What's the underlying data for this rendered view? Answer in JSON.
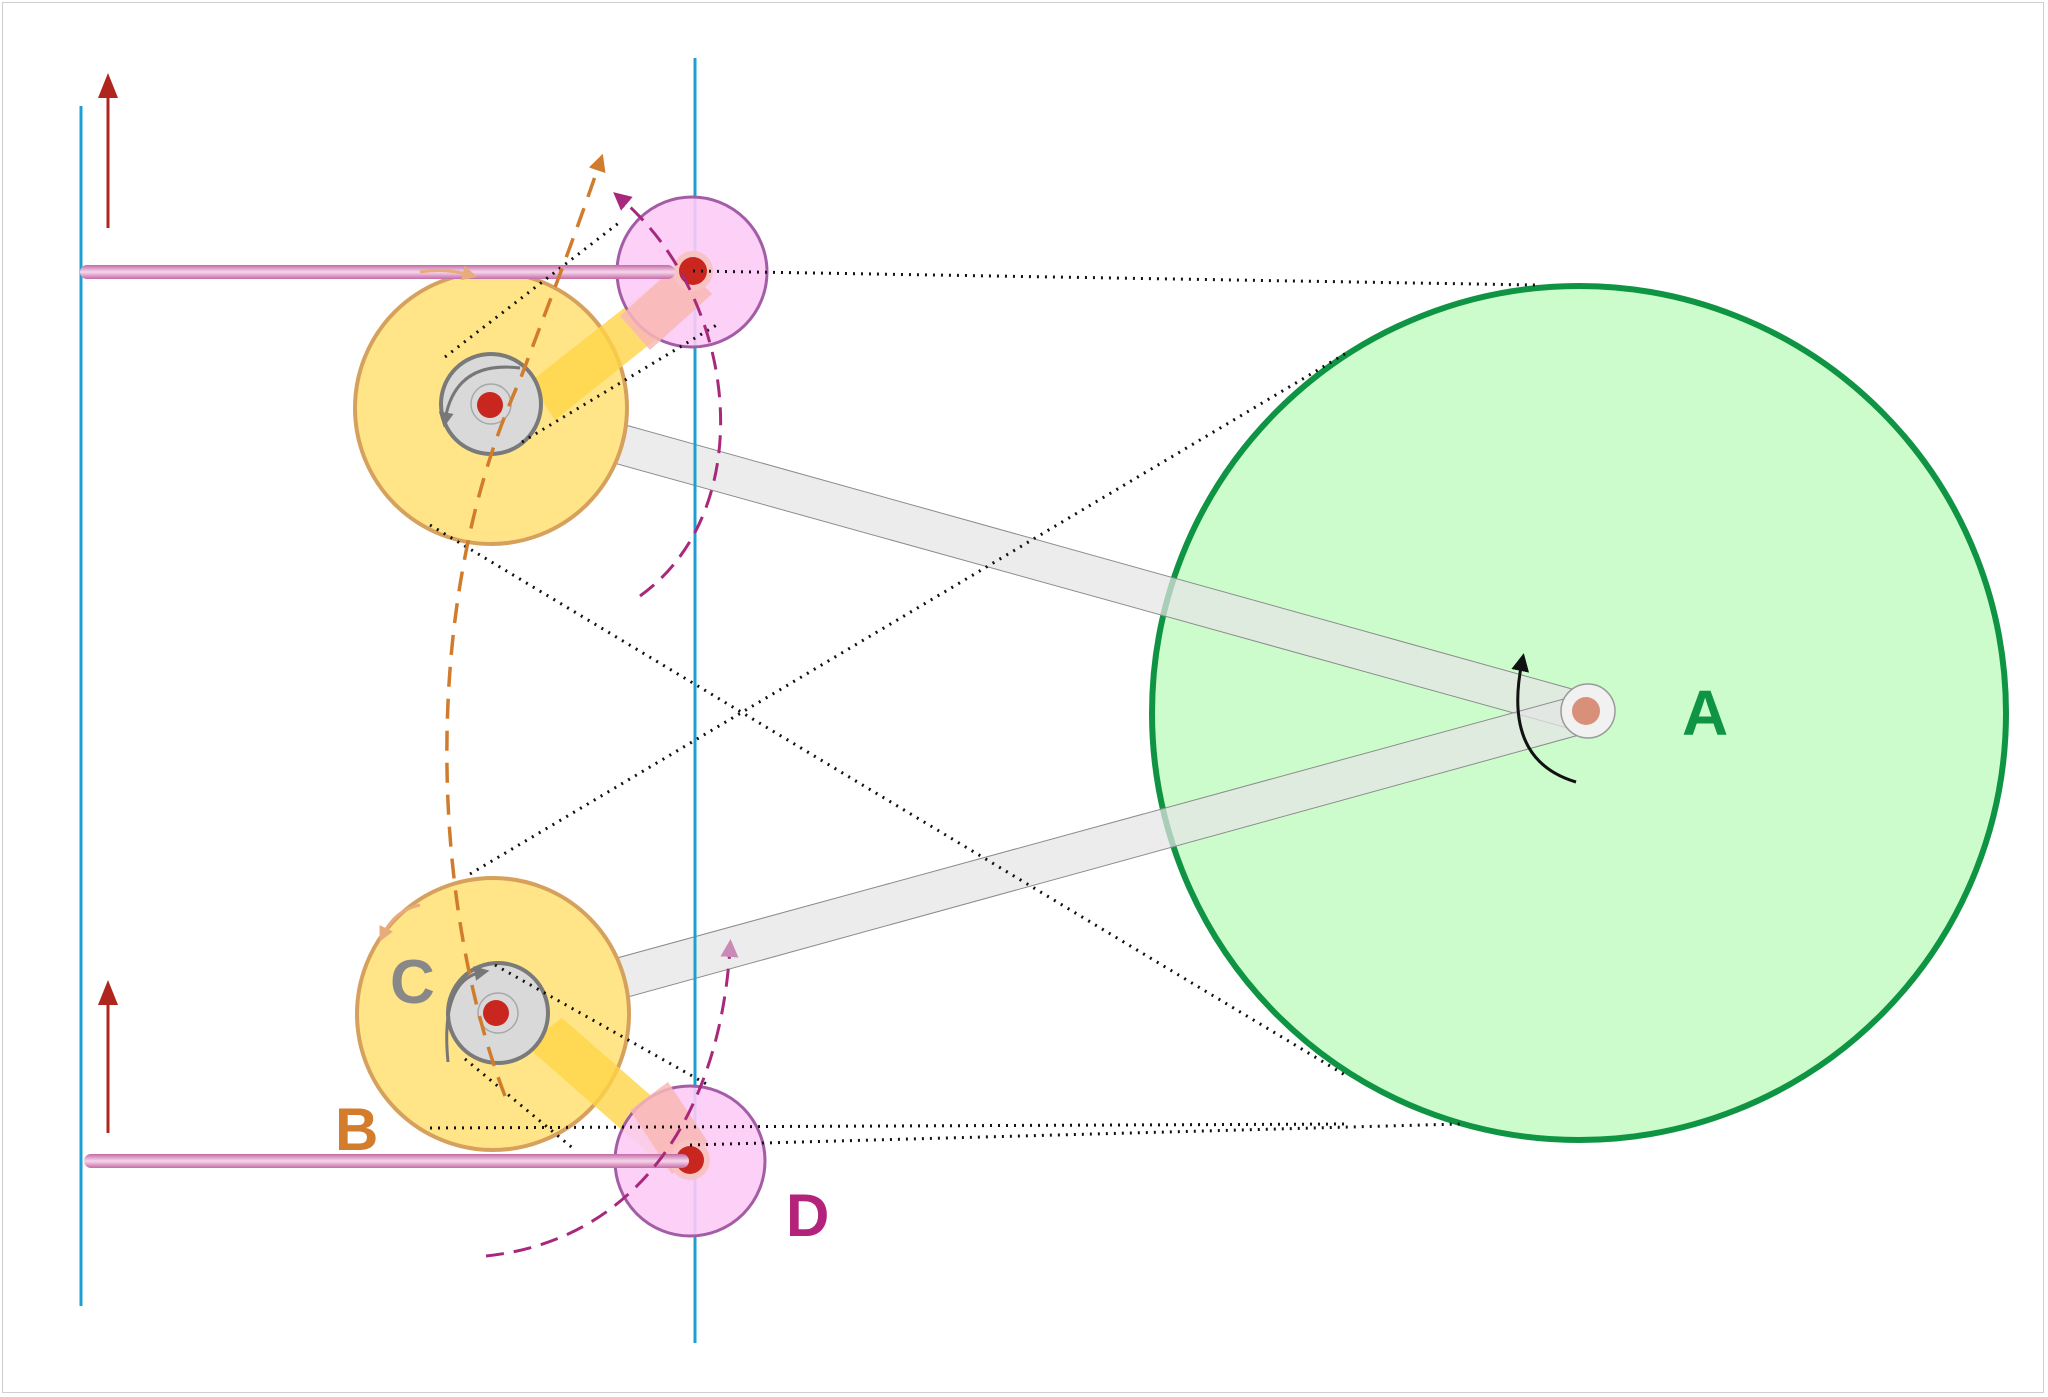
{
  "diagram": {
    "labels": {
      "a": "A",
      "b": "B",
      "c": "C",
      "d": "D"
    },
    "colors": {
      "wheel_a_fill": "#ccfccc",
      "wheel_a_stroke": "#0f9444",
      "wheel_b_fill": "#ffe588",
      "wheel_b_stroke": "#d6a15c",
      "wheel_d_fill": "#fccbf6",
      "wheel_d_stroke": "#a25da5",
      "pivot_fill": "#d9d9d9",
      "pivot_stroke": "#7a7a7a",
      "guide_line": "#1e9fd4",
      "up_arrow": "#b0261f",
      "rod": "#d99ac4",
      "dot": "#c8261e",
      "label_a": "#0f9444",
      "label_b": "#d27c2c",
      "label_c": "#888888",
      "label_d": "#b4237b",
      "path_orange": "#d07c2c",
      "path_magenta": "#a8287c"
    }
  }
}
